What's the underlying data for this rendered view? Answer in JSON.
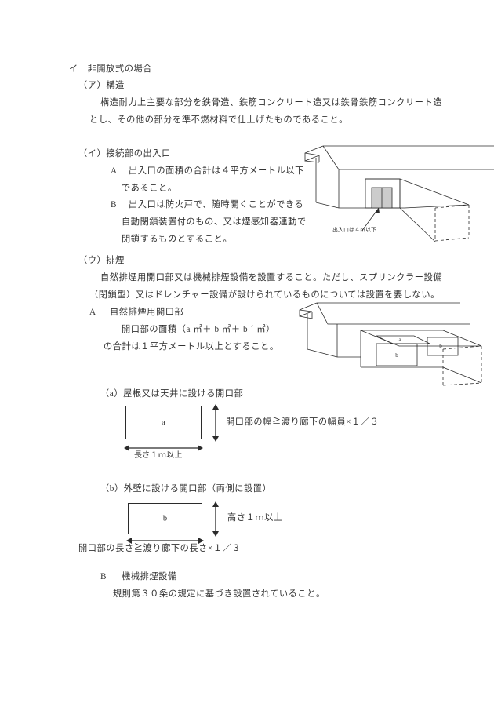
{
  "document": {
    "title": "イ　非開放式の場合",
    "language": "ja"
  },
  "sections": {
    "heading": "イ　非開放式の場合",
    "a_structure": {
      "label": "（ア）構造",
      "body_line1": "構造耐力上主要な部分を鉄骨造、鉄筋コンクリート造又は鉄骨鉄筋コンクリート造",
      "body_line2": "とし、その他の部分を準不燃材料で仕上げたものであること。"
    },
    "b_entrance": {
      "label": "（イ）接続部の出入口",
      "item_a_marker": "A",
      "item_a_line1": "出入口の面積の合計は４平方メートル以下",
      "item_a_line2": "であること。",
      "item_b_marker": "B",
      "item_b_line1": "出入口は防火戸で、随時開くことができる",
      "item_b_line2": "自動閉鎖装置付のもの、又は煙感知器連動で",
      "item_b_line3": "閉鎖するものとすること。"
    },
    "c_smoke": {
      "label": "（ウ）排煙",
      "body_line1": "自然排煙用開口部又は機械排煙設備を設置すること。ただし、スプリンクラー設備",
      "body_line2": "（閉鎖型）又はドレンチャー設備が設けられているものについては設置を要しない。",
      "item_a_marker": "A",
      "item_a_label": "自然排煙用開口部",
      "item_a_line1": "開口部の面積（a ㎡＋ b ㎡＋ b ´ ㎡）",
      "item_a_line2": "の合計は１平方メートル以上とすること。",
      "sub_a_label": "（a）屋根又は天井に設ける開口部",
      "sub_b_label": "（b）外壁に設ける開口部（両側に設置）",
      "item_b_marker": "B",
      "item_b_label": "機械排煙設備",
      "item_b_line1": "規則第３０条の規定に基づき設置されていること。"
    }
  },
  "figures": {
    "entrance_iso": {
      "caption": "出入口は４㎡以下"
    },
    "smoke_iso": {
      "opening_roof_label": "a",
      "opening_wall_label": "b",
      "opening_wall_label2": "b ´"
    },
    "fig_a": {
      "rect_label": "a",
      "height_note": "開口部の幅≧渡り廊下の幅員×１／３",
      "width_note": "長さ１ｍ以上"
    },
    "fig_b": {
      "rect_label": "b",
      "height_note": "高さ１ｍ以上",
      "width_note": "開口部の長さ≧渡り廊下の長さ×１／３"
    }
  },
  "colors": {
    "ink": "#2b2b2b",
    "text": "#333333",
    "paper": "#ffffff",
    "door_fill": "#cccccc"
  }
}
